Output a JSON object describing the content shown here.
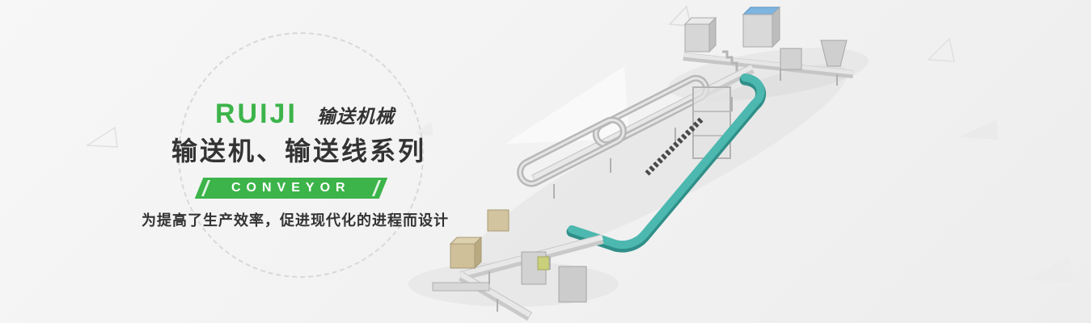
{
  "banner": {
    "brand": "RUIJI",
    "brand_sub": "输送机械",
    "title": "输送机、输送线系列",
    "ribbon_label": "CONVEYOR",
    "tagline": "为提高了生产效率，促进现代化的进程而设计",
    "accent_color": "#3cb44a",
    "text_color": "#333333",
    "background_color": "#f2f2f2"
  },
  "illustration": {
    "description": "isometric 3D render of a conveyor production line",
    "belt_color": "#4cb8af",
    "machine_color": "#cfcfcf",
    "crate_color": "#cfc09a"
  }
}
